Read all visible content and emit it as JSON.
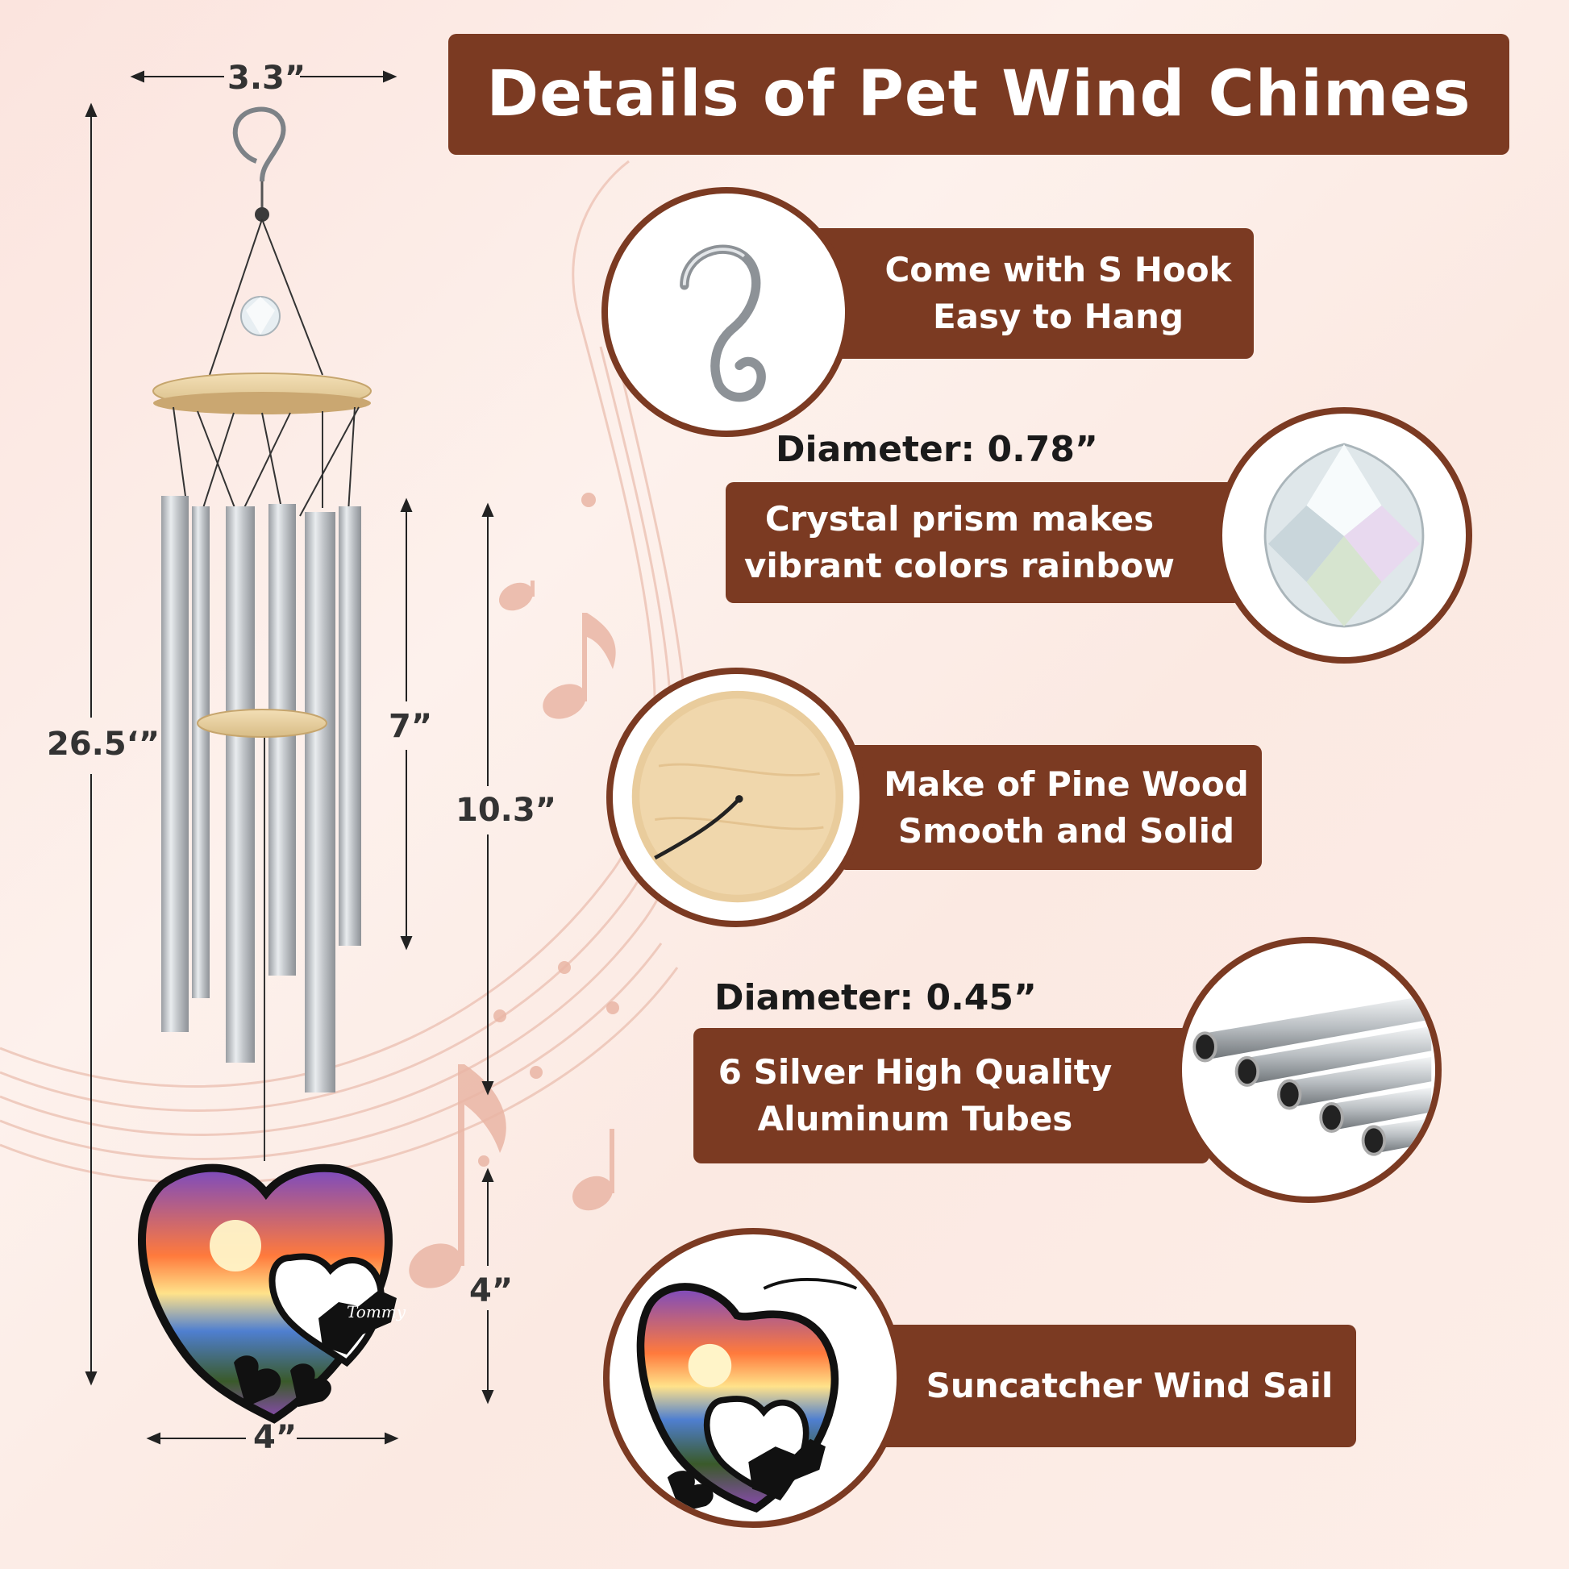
{
  "title": "Details of Pet Wind Chimes",
  "dimensions": {
    "top_width": "3.3”",
    "total_length": "26.5‘”",
    "short_tube": "7”",
    "long_tube": "10.3”",
    "sail_height": "4”",
    "sail_width": "4”"
  },
  "sail_name": "Tommy",
  "features": {
    "hook": {
      "line1": "Come with S Hook",
      "line2": "Easy to Hang",
      "icon": "s-hook-icon"
    },
    "crystal": {
      "diameter": "Diameter: 0.78”",
      "line1": "Crystal prism makes",
      "line2": "vibrant colors rainbow",
      "icon": "crystal-icon"
    },
    "wood": {
      "line1": "Make of Pine Wood",
      "line2": "Smooth and Solid",
      "icon": "wood-disc-icon"
    },
    "tubes": {
      "diameter": "Diameter: 0.45”",
      "line1": "6 Silver High Quality",
      "line2": "Aluminum Tubes",
      "icon": "tubes-icon"
    },
    "sail": {
      "line1": "Suncatcher Wind Sail",
      "icon": "suncatcher-icon"
    }
  },
  "colors": {
    "brand": "#7b3a22",
    "background": "#fbe9e2",
    "notes": "#e8b8a8"
  }
}
